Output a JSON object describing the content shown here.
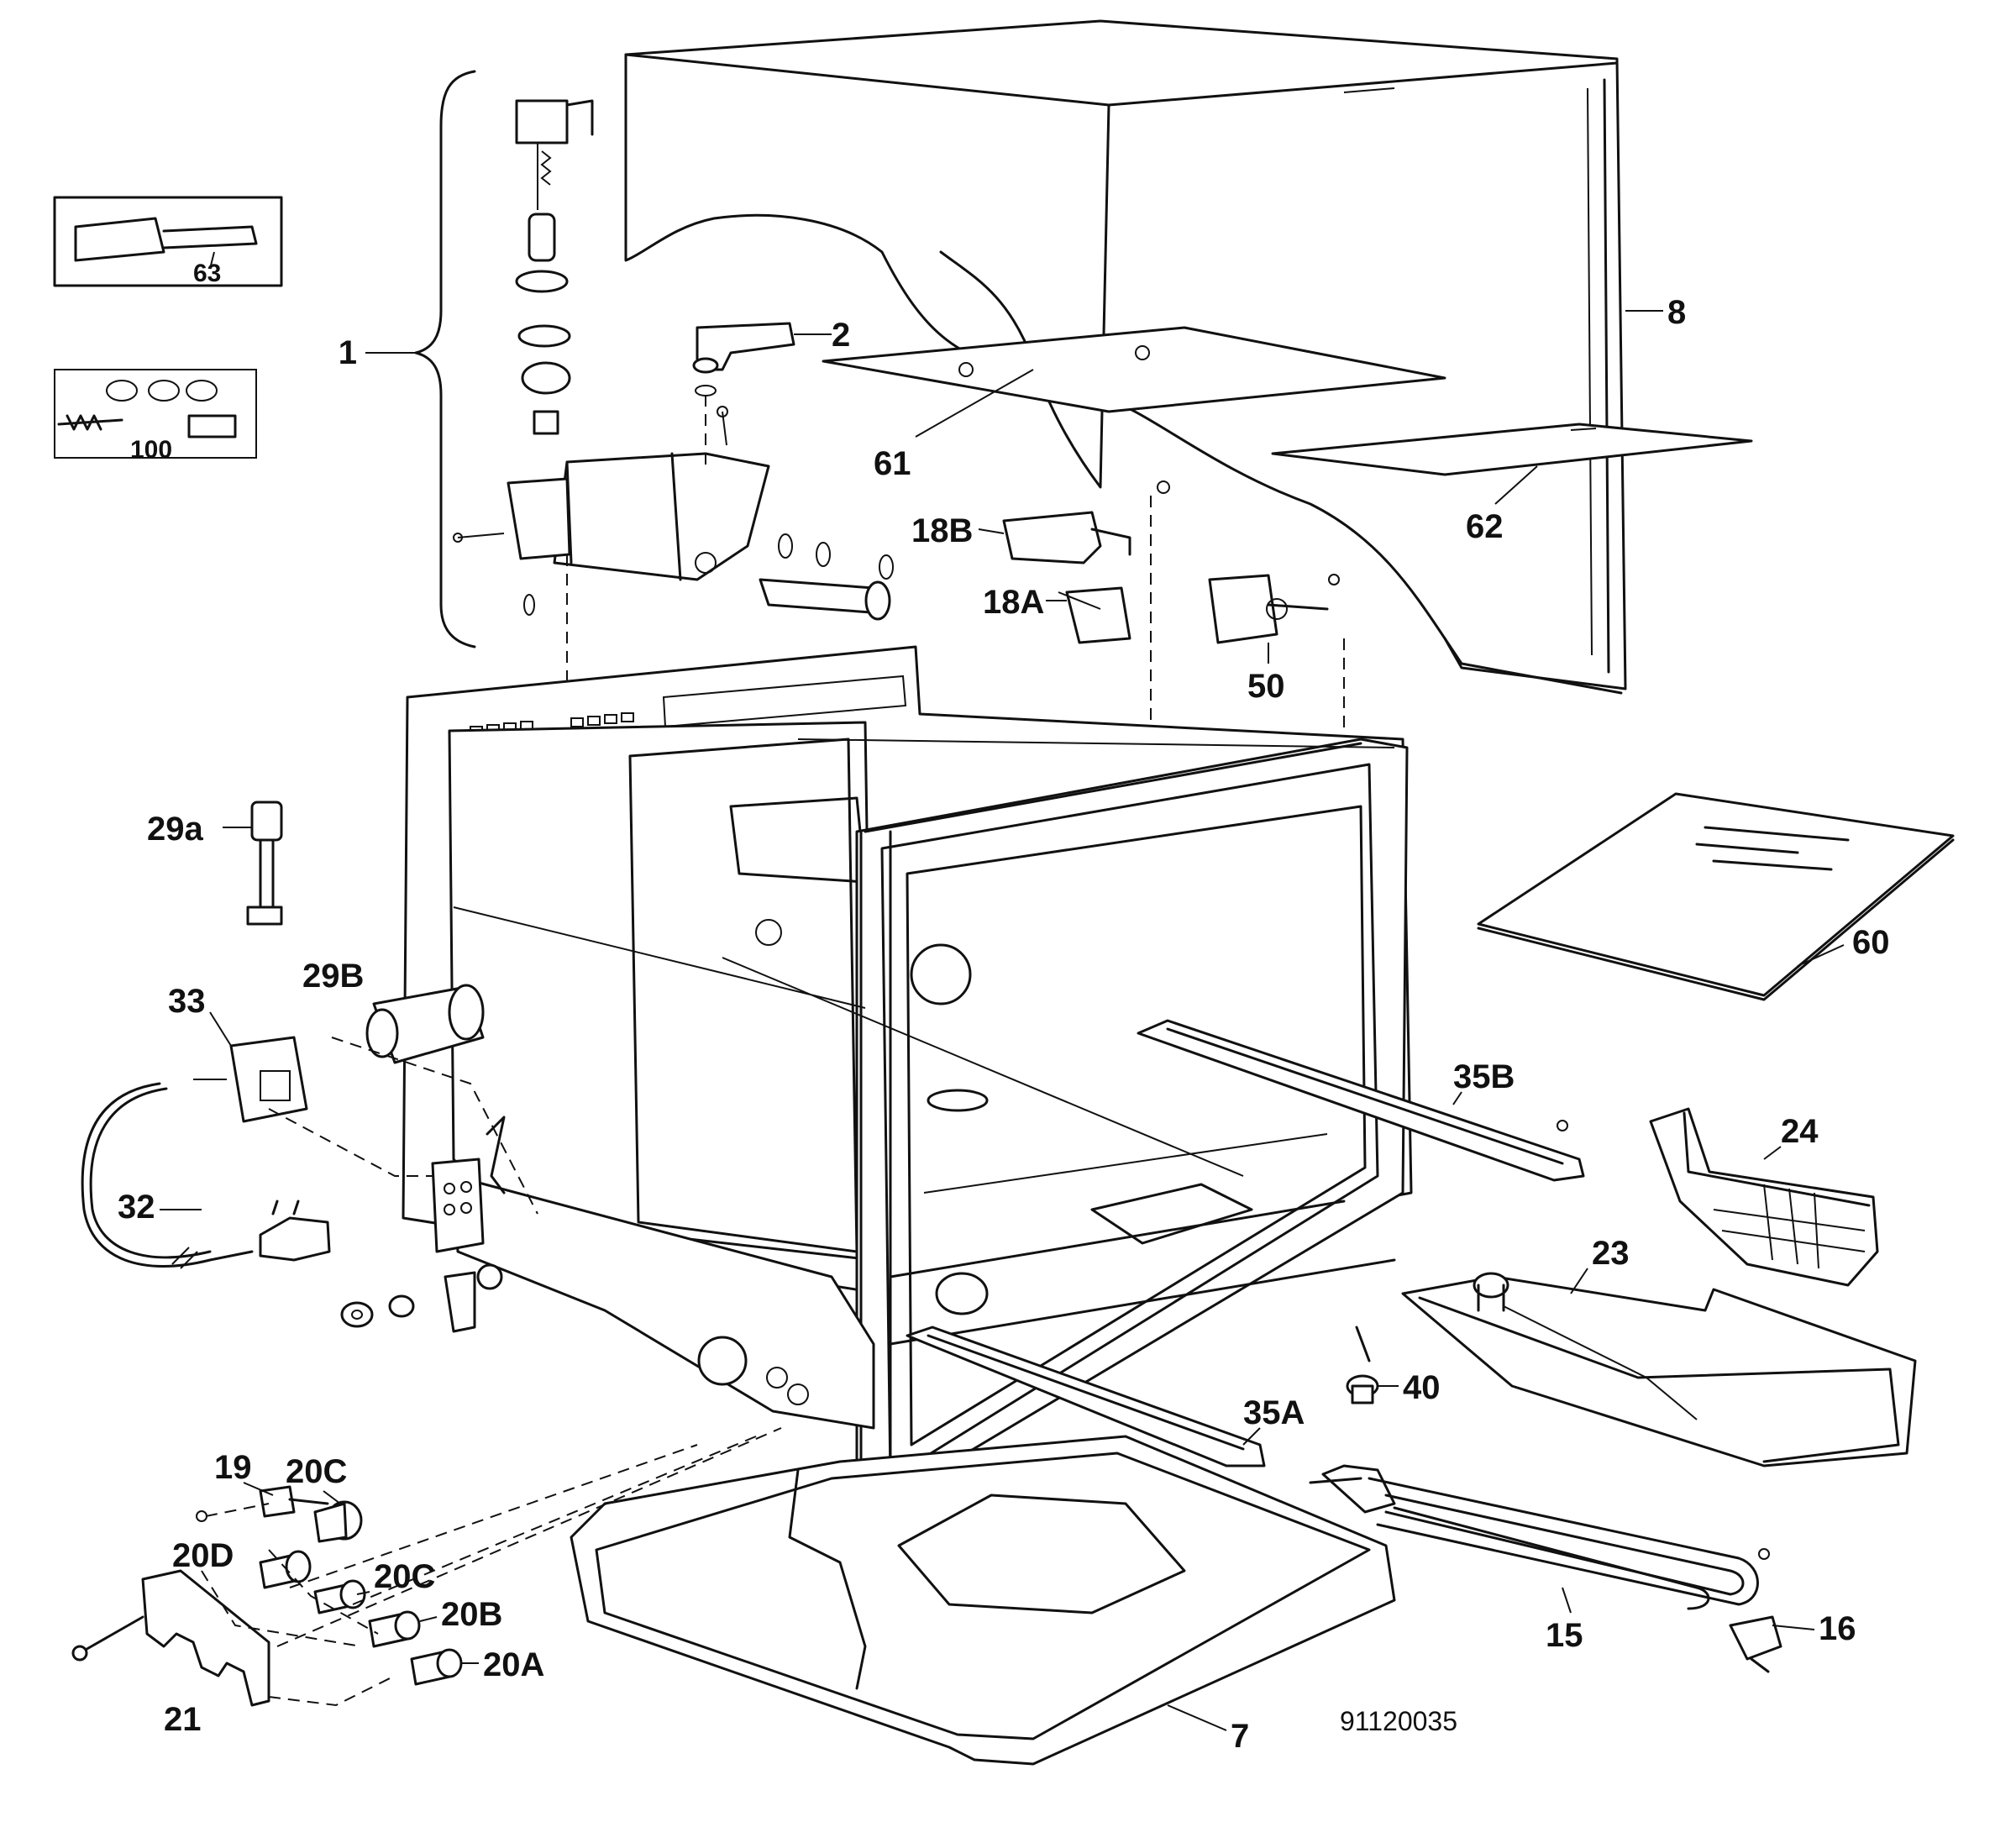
{
  "diagram_number": "91120035",
  "parts": [
    {
      "id": "1"
    },
    {
      "id": "2"
    },
    {
      "id": "7"
    },
    {
      "id": "8"
    },
    {
      "id": "15"
    },
    {
      "id": "16"
    },
    {
      "id": "18A"
    },
    {
      "id": "18B"
    },
    {
      "id": "19"
    },
    {
      "id": "20A"
    },
    {
      "id": "20B"
    },
    {
      "id": "20C"
    },
    {
      "id": "20D"
    },
    {
      "id": "21"
    },
    {
      "id": "23"
    },
    {
      "id": "24"
    },
    {
      "id": "29a"
    },
    {
      "id": "29B"
    },
    {
      "id": "32"
    },
    {
      "id": "33"
    },
    {
      "id": "35A"
    },
    {
      "id": "35B"
    },
    {
      "id": "40"
    },
    {
      "id": "50"
    },
    {
      "id": "60"
    },
    {
      "id": "61"
    },
    {
      "id": "62"
    },
    {
      "id": "63"
    },
    {
      "id": "100"
    }
  ],
  "label_20C_second": "20C"
}
